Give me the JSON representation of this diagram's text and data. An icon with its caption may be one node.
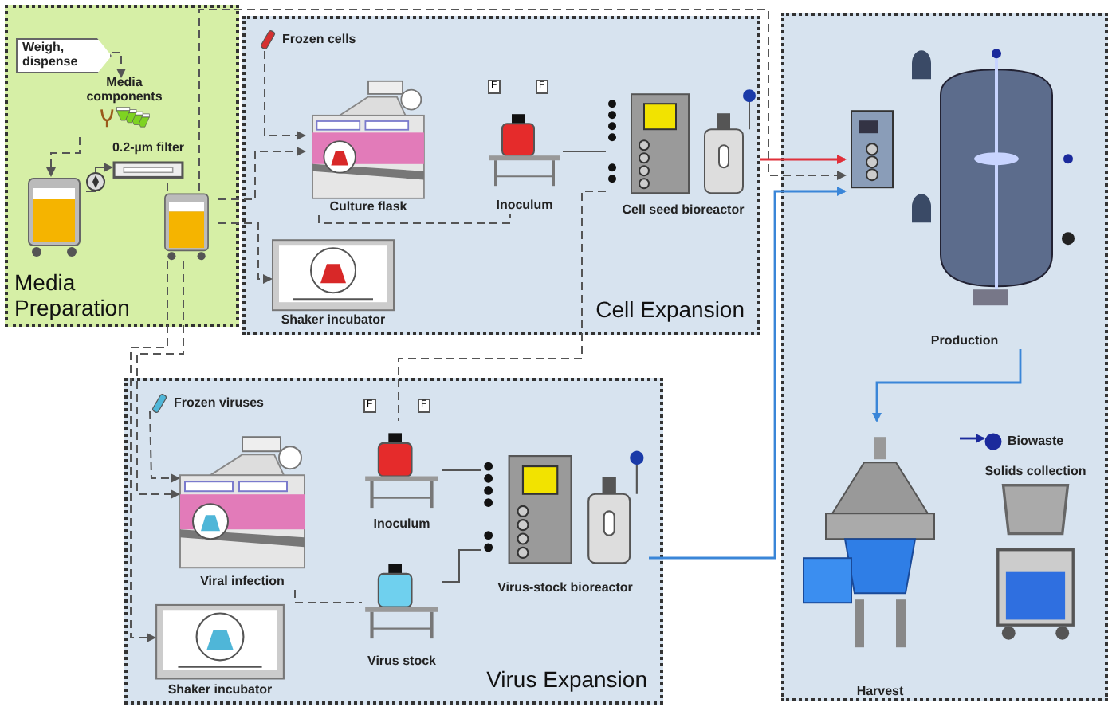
{
  "diagram": {
    "nodes": [
      {
        "text": [
          "Media Preparation"
        ]
      },
      {
        "text": [
          "Weigh, dispense"
        ],
        "in": 0
      },
      {
        "text": [
          "Media components"
        ],
        "in": 0
      },
      {
        "text": [
          "0.2-µm filter"
        ],
        "in": 0
      },
      {
        "text": [],
        "shape": "cylinder",
        "in": 0
      },
      {
        "text": [],
        "shape": "cylinder",
        "in": 0
      },
      {
        "text": [
          "Cell Expansion"
        ]
      },
      {
        "text": [
          "Frozen cells"
        ],
        "in": 6
      },
      {
        "text": [
          "Culture flask"
        ],
        "in": 6
      },
      {
        "text": [
          "Shaker incubator"
        ],
        "in": 6
      },
      {
        "text": [
          "Inoculum"
        ],
        "in": 6
      },
      {
        "text": [
          "Cell seed bioreactor"
        ],
        "in": 6
      },
      {
        "text": [],
        "shape": "box"
      },
      {
        "text": [
          "Production"
        ],
        "in": 12
      },
      {
        "text": [
          "Harvest"
        ],
        "in": 12
      },
      {
        "text": [
          "Biowaste"
        ],
        "in": 12
      },
      {
        "text": [
          "Solids collection"
        ],
        "in": 12
      },
      {
        "text": [
          "Virus Expansion"
        ]
      },
      {
        "text": [
          "Frozen viruses"
        ],
        "in": 17
      },
      {
        "text": [
          "Viral infection"
        ],
        "in": 17
      },
      {
        "text": [
          "Shaker incubator"
        ],
        "in": 17
      },
      {
        "text": [
          "Inoculum"
        ],
        "in": 17
      },
      {
        "text": [
          "Virus stock"
        ],
        "in": 17
      },
      {
        "text": [
          "Virus-stock bioreactor"
        ],
        "in": 17
      }
    ],
    "edges": [
      {
        "from": 1,
        "to": 2,
        "arrow": "to",
        "style": "dashed"
      },
      {
        "from": 2,
        "to": 4,
        "arrow": "to",
        "style": "dashed"
      },
      {
        "from": 4,
        "to": 3,
        "arrow": "to"
      },
      {
        "from": 3,
        "to": 5,
        "arrow": "none"
      },
      {
        "from": 5,
        "to": 8,
        "arrow": "to",
        "style": "dashed"
      },
      {
        "from": 5,
        "to": 9,
        "arrow": "to",
        "style": "dashed"
      },
      {
        "from": 5,
        "to": 19,
        "arrow": "to",
        "style": "dashed"
      },
      {
        "from": 5,
        "to": 20,
        "arrow": "to",
        "style": "dashed"
      },
      {
        "from": 5,
        "to": 13,
        "arrow": "to",
        "style": "dashed"
      },
      {
        "from": 7,
        "to": 8,
        "arrow": "to",
        "style": "dashed"
      },
      {
        "from": 8,
        "to": 10,
        "arrow": "none",
        "style": "dashed"
      },
      {
        "from": 10,
        "to": 11,
        "arrow": "none"
      },
      {
        "from": 11,
        "to": 13,
        "arrow": "to",
        "color": "#e0303a"
      },
      {
        "from": 11,
        "to": 21,
        "arrow": "none",
        "style": "dashed"
      },
      {
        "from": 18,
        "to": 19,
        "arrow": "to",
        "style": "dashed"
      },
      {
        "from": 19,
        "to": 22,
        "arrow": "none",
        "style": "dashed"
      },
      {
        "from": 21,
        "to": 23,
        "arrow": "none"
      },
      {
        "from": 22,
        "to": 23,
        "arrow": "none"
      },
      {
        "from": 23,
        "to": 13,
        "arrow": "to",
        "color": "#3a86d8"
      },
      {
        "from": 13,
        "to": 14,
        "arrow": "to",
        "color": "#3a86d8"
      },
      {
        "from": 14,
        "to": 15,
        "arrow": "to",
        "color": "#1b2a9c"
      }
    ],
    "labels": [
      "F",
      "F",
      "F",
      "F"
    ]
  }
}
